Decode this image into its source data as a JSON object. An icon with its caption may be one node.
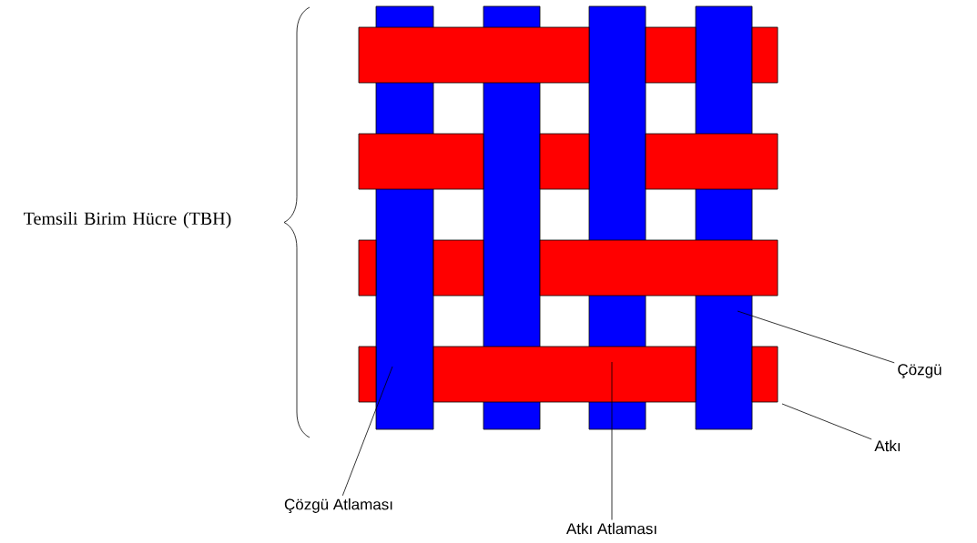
{
  "diagram": {
    "nodes": [
      {
        "text": [
          "Çözgü"
        ]
      },
      {
        "text": [
          "Atkı"
        ]
      },
      {
        "text": [
          "Çözgü Atlaması"
        ]
      },
      {
        "text": [
          "Atkı Atlaması"
        ]
      }
    ],
    "edges": [
      {
        "from": 0,
        "to": null,
        "arrow": "none"
      },
      {
        "from": 1,
        "to": null,
        "arrow": "none"
      },
      {
        "from": 2,
        "to": null,
        "arrow": "none"
      },
      {
        "from": 3,
        "to": null,
        "arrow": "none"
      }
    ],
    "labels": [
      "Temsili Birim Hücre (TBH)"
    ]
  }
}
